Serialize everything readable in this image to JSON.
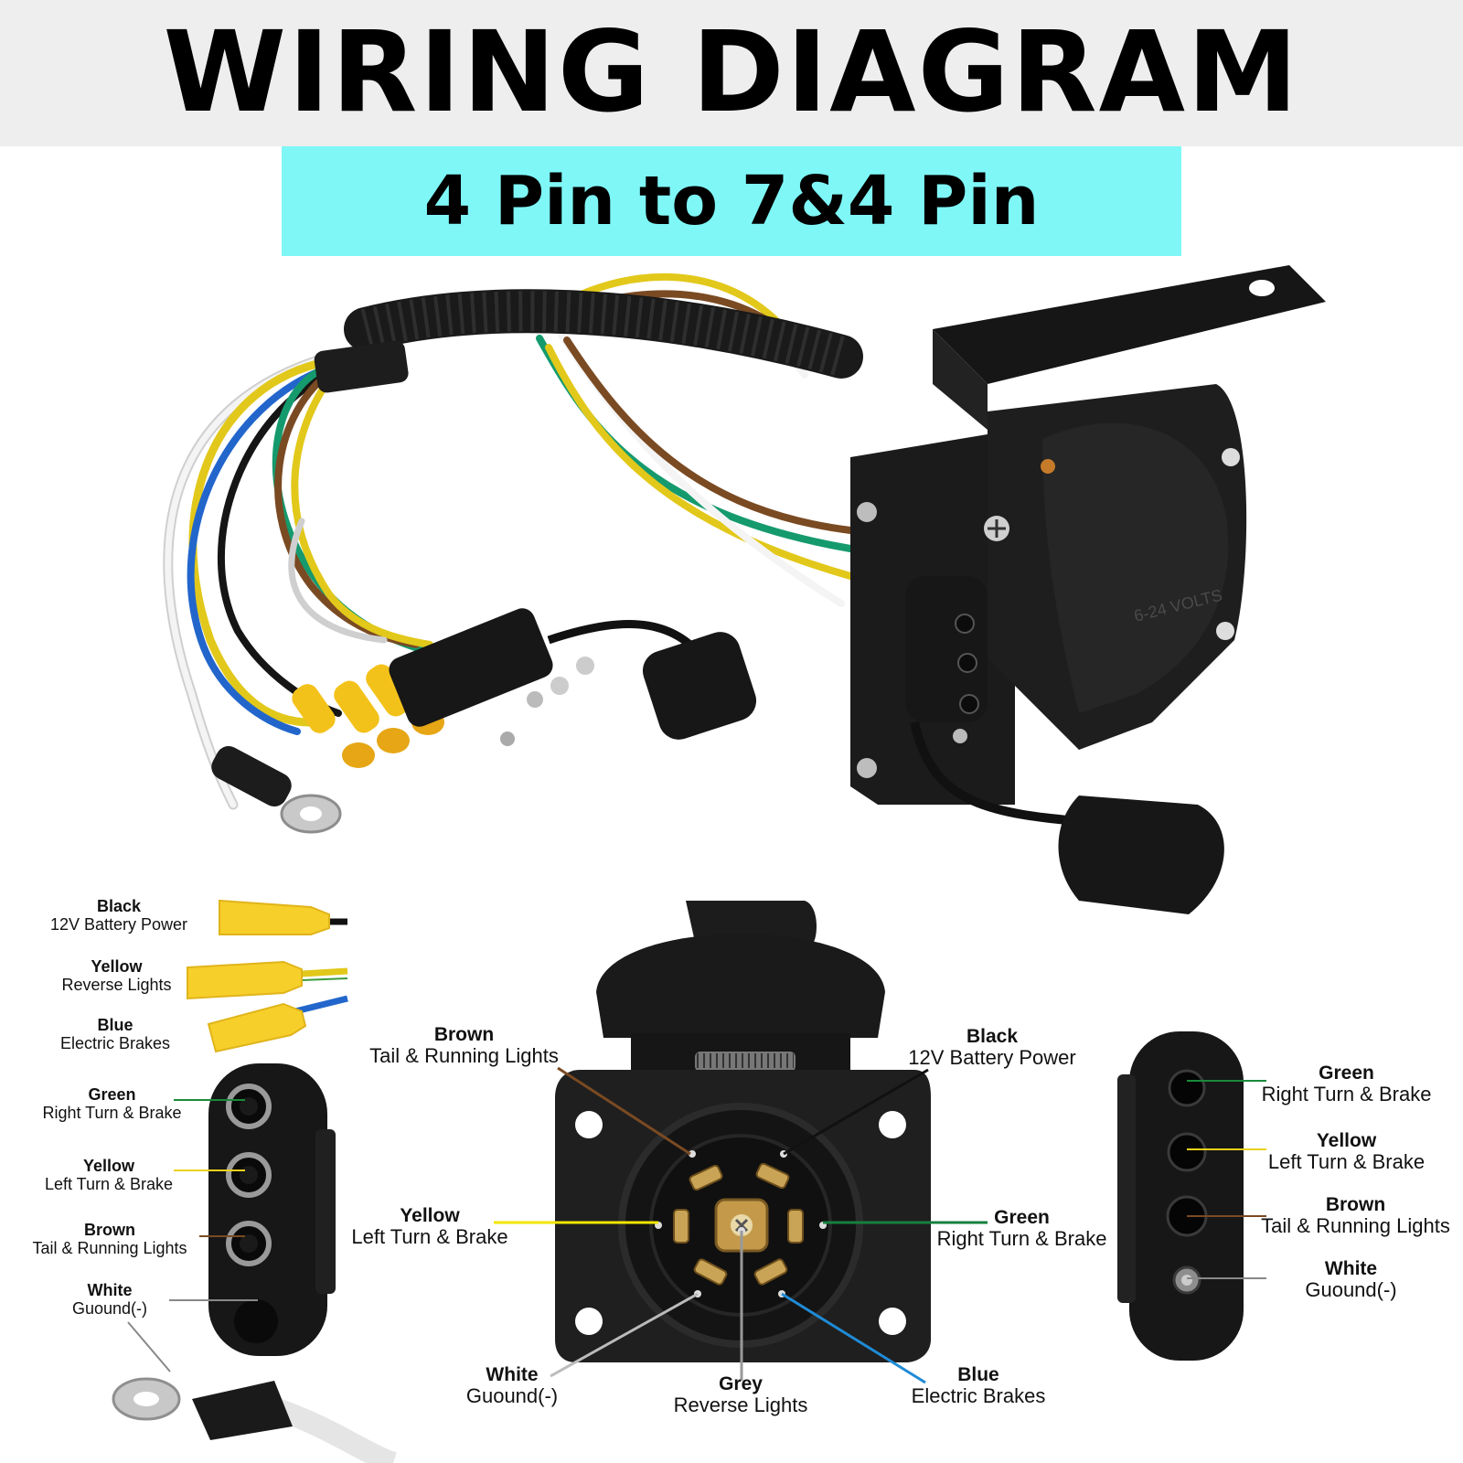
{
  "title": "WIRING DIAGRAM",
  "subtitle": "4 Pin to 7&4 Pin",
  "housing_text": "6-24 VOLTS",
  "colors": {
    "header_bg": "#eeeeee",
    "subtitle_bg": "#7ff7f7",
    "black_wire": "#111111",
    "yellow_wire": "#e9d21a",
    "blue_wire": "#1f6fc9",
    "green_wire": "#15956a",
    "brown_wire": "#7a4a22",
    "white_wire": "#f2f2f2",
    "grey_wire": "#9a9a9a"
  },
  "left_labels": [
    {
      "color": "Black",
      "function": "12V Battery Power"
    },
    {
      "color": "Yellow",
      "function": "Reverse Lights"
    },
    {
      "color": "Blue",
      "function": "Electric Brakes"
    },
    {
      "color": "Green",
      "function": "Right Turn & Brake"
    },
    {
      "color": "Yellow",
      "function": "Left Turn & Brake"
    },
    {
      "color": "Brown",
      "function": "Tail & Running Lights"
    },
    {
      "color": "White",
      "function": "Guound(-)"
    }
  ],
  "seven_pin_labels": [
    {
      "color": "Brown",
      "function": "Tail & Running Lights"
    },
    {
      "color": "Black",
      "function": "12V Battery Power"
    },
    {
      "color": "Yellow",
      "function": "Left Turn & Brake"
    },
    {
      "color": "Green",
      "function": "Right Turn & Brake"
    },
    {
      "color": "White",
      "function": "Guound(-)"
    },
    {
      "color": "Grey",
      "function": "Reverse Lights"
    },
    {
      "color": "Blue",
      "function": "Electric Brakes"
    }
  ],
  "right_labels": [
    {
      "color": "Green",
      "function": "Right Turn & Brake"
    },
    {
      "color": "Yellow",
      "function": "Left Turn & Brake"
    },
    {
      "color": "Brown",
      "function": "Tail & Running Lights"
    },
    {
      "color": "White",
      "function": "Guound(-)"
    }
  ]
}
